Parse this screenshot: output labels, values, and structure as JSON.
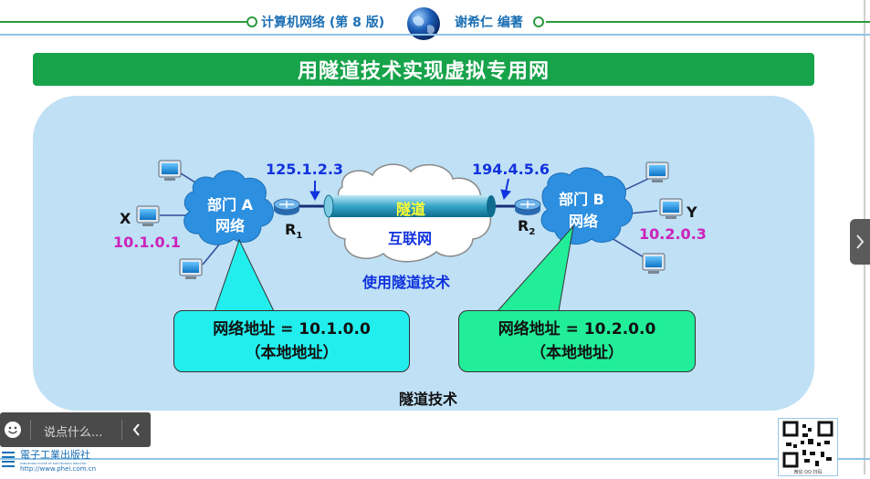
{
  "header": {
    "book_title": "计算机网络 (第 8 版)",
    "author": "谢希仁 编著"
  },
  "slide": {
    "title": "用隧道技术实现虚拟专用网",
    "caption": "隧道技术",
    "tunnel_label": "隧道",
    "internet_label": "互联网",
    "tunnel_note": "使用隧道技术",
    "network_a": {
      "name_line1": "部门 A",
      "name_line2": "网络",
      "host_label": "X",
      "host_ip": "10.1.0.1"
    },
    "network_b": {
      "name_line1": "部门 B",
      "name_line2": "网络",
      "host_label": "Y",
      "host_ip": "10.2.0.3"
    },
    "router_1": {
      "label": "R",
      "subscript": "1",
      "public_ip": "125.1.2.3"
    },
    "router_2": {
      "label": "R",
      "subscript": "2",
      "public_ip": "194.4.5.6"
    },
    "callout_a": {
      "line1": "网络地址 = 10.1.0.0",
      "line2": "（本地地址）"
    },
    "callout_b": {
      "line1": "网络地址 = 10.2.0.0",
      "line2": "（本地地址）"
    }
  },
  "chat": {
    "placeholder": "说点什么..."
  },
  "footer": {
    "publisher_logo_text": "電子工業出版社",
    "publisher_en": "PUBLISHING HOUSE OF ELECTRONICS INDUSTRY",
    "publisher_url": "http://www.phei.com.cn",
    "qr_caption": "微信 QQ 扫码"
  },
  "colors": {
    "accent_green": "#17a34a",
    "ip_purple": "#cc22bb",
    "text_blue": "#1133dd",
    "cloud_blue": "#2d8fe0",
    "callout_cyan": "#22eeee",
    "callout_green": "#22ee99"
  },
  "icons": [
    "globe-icon",
    "computer-icon",
    "router-icon",
    "smiley-icon",
    "chevron-left-icon",
    "chevron-right-icon",
    "qr-code-icon"
  ]
}
